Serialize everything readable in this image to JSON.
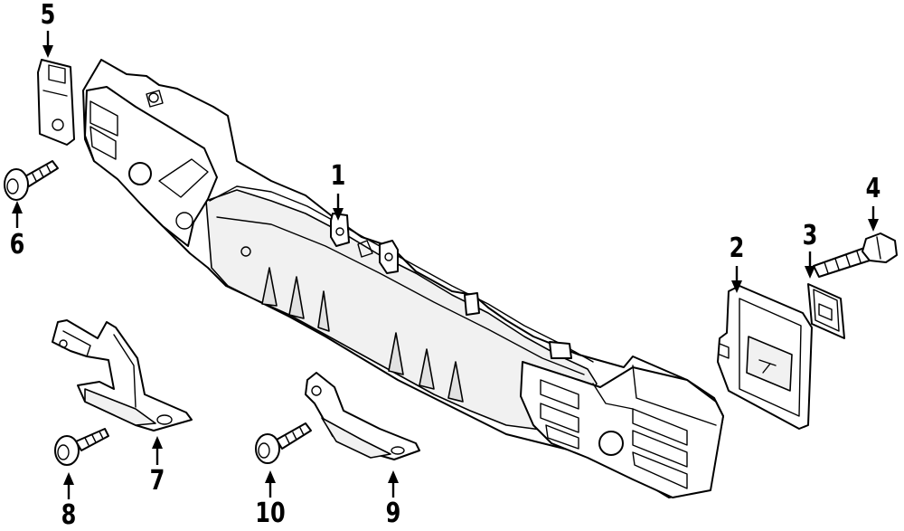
{
  "diagram": {
    "callouts": [
      "1",
      "2",
      "3",
      "4",
      "5",
      "6",
      "7",
      "8",
      "9",
      "10"
    ],
    "colors": {
      "line": "#000000",
      "background": "#ffffff"
    }
  }
}
